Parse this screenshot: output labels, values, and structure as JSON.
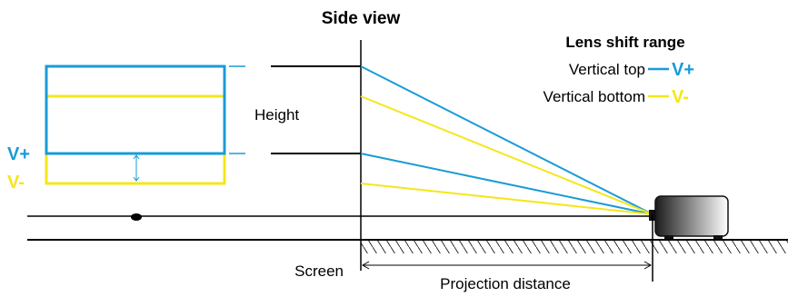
{
  "title": "Side view",
  "legend": {
    "title": "Lens shift range",
    "top_label": "Vertical top",
    "top_symbol": "V+",
    "bottom_label": "Vertical bottom",
    "bottom_symbol": "V-"
  },
  "screen_markers": {
    "top": "V+",
    "bottom": "V-"
  },
  "labels": {
    "height": "Height",
    "screen": "Screen",
    "projection_distance": "Projection distance"
  },
  "colors": {
    "vertical_top": "#1a9bd7",
    "vertical_bottom": "#f5e61b",
    "line": "#000000",
    "projector_dark": "#1b1b1b",
    "projector_light": "#ffffff"
  }
}
